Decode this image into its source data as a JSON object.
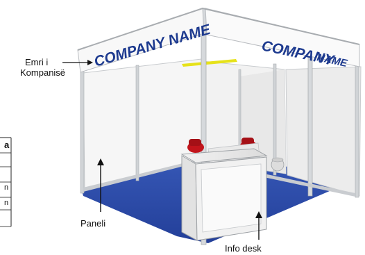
{
  "fascia_left_text": "COMPANY NAME",
  "fascia_right_text": "COMPANY",
  "fascia_right_text_2": "NAME",
  "labels": {
    "company_name_line1": "Emri i",
    "company_name_line2": "Kompanisë",
    "panel": "Paneli",
    "info_desk": "Info desk"
  },
  "table_fragment": {
    "header_char": "a",
    "row_chars": [
      "",
      "",
      "n",
      "n",
      "",
      ""
    ]
  },
  "colors": {
    "floor": "#2a4aa8",
    "frame": "#d0d3d6",
    "panel": "#f4f4f4",
    "fascia_text": "#1d3a8f",
    "accent_chair": "#c2141b",
    "light_bar": "#e6e21a"
  }
}
